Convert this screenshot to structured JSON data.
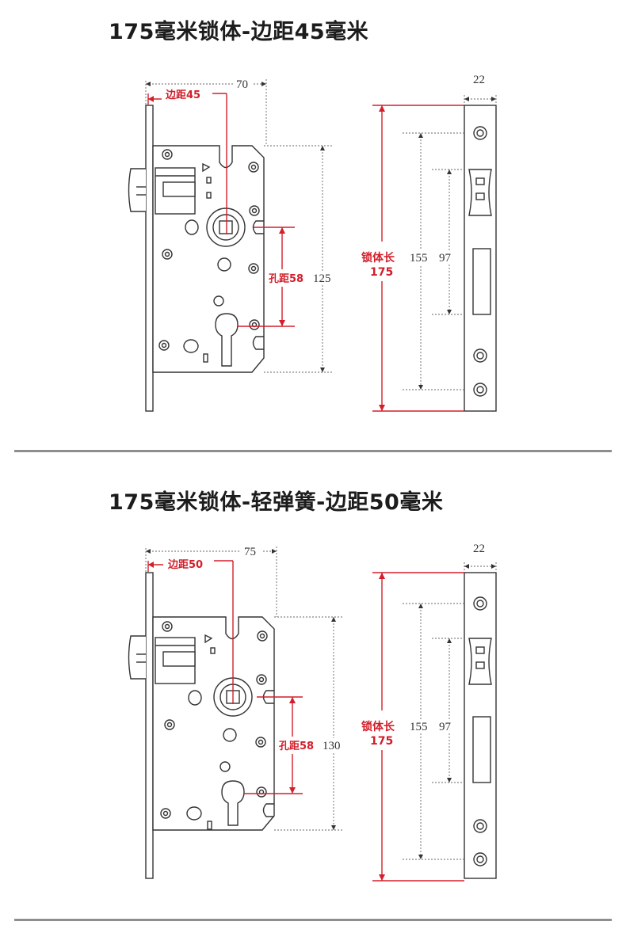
{
  "sections": [
    {
      "title": "175毫米锁体-边距45毫米",
      "backset_label": "边距45",
      "width_value": "70",
      "hole_label": "孔距58",
      "height_value": "125",
      "faceplate_width": "22",
      "lock_length_label": "锁体长",
      "lock_length_value": "175",
      "outer_hole_span": "155",
      "inner_span": "97"
    },
    {
      "title": "175毫米锁体-轻弹簧-边距50毫米",
      "backset_label": "边距50",
      "width_value": "75",
      "hole_label": "孔距58",
      "height_value": "130",
      "faceplate_width": "22",
      "lock_length_label": "锁体长",
      "lock_length_value": "175",
      "outer_hole_span": "155",
      "inner_span": "97"
    }
  ],
  "colors": {
    "accent_red": "#d21f2b",
    "line": "#333333",
    "divider": "#8e8e8e"
  }
}
